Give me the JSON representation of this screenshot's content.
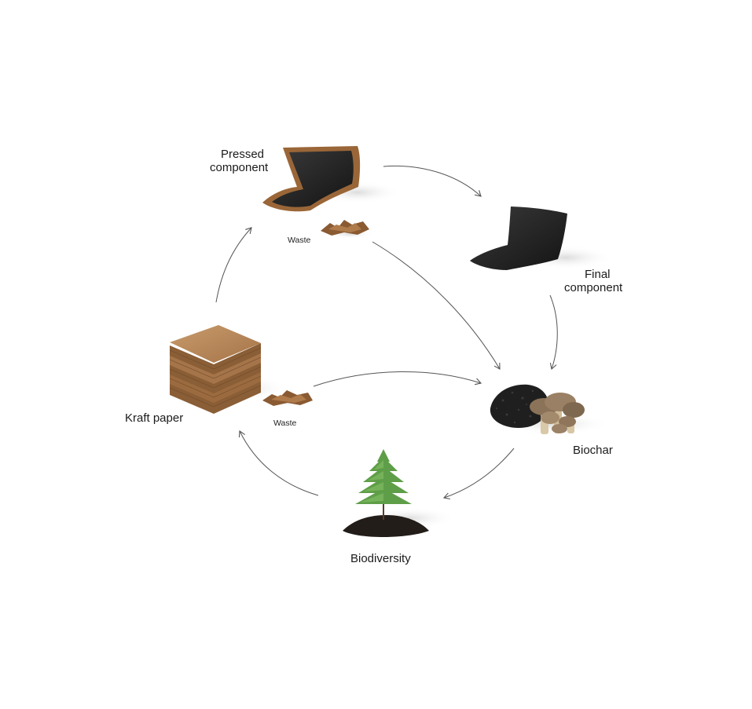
{
  "nodes": {
    "pressed_component": {
      "line1": "Pressed",
      "line2": "component"
    },
    "final_component": {
      "line1": "Final",
      "line2": "component"
    },
    "kraft_paper": {
      "label": "Kraft paper"
    },
    "biochar": {
      "label": "Biochar"
    },
    "biodiversity": {
      "label": "Biodiversity"
    },
    "waste_top": {
      "label": "Waste"
    },
    "waste_left": {
      "label": "Waste"
    }
  },
  "colors": {
    "kraft": "#b98a5c",
    "kraft_dark": "#8a5e36",
    "component": "#2b2b2b",
    "arrow": "#555555",
    "foliage": "#5f9e48",
    "soil": "#231d19"
  }
}
